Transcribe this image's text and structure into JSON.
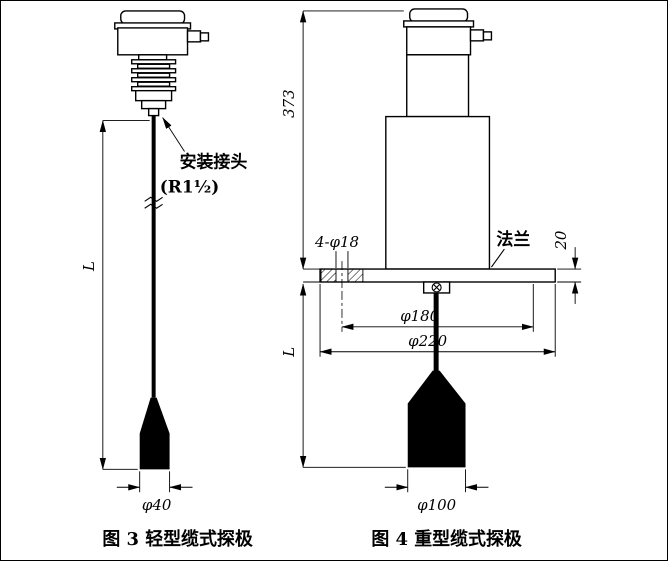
{
  "colors": {
    "line": "#000000",
    "background": "#ffffff",
    "weight_fill": "#000000"
  },
  "fig3": {
    "caption": "图 3 轻型缆式探极",
    "labels": {
      "mount_line1": "安装接头",
      "mount_line2": "(R1½)",
      "dim_length": "L",
      "weight_diameter": "φ40"
    }
  },
  "fig4": {
    "caption": "图 4 重型缆式探极",
    "labels": {
      "overall_height": "373",
      "bolt_holes": "4-φ18",
      "flange": "法兰",
      "flange_thickness": "20",
      "bolt_circle_diameter": "φ180",
      "flange_diameter": "φ220",
      "dim_length": "L",
      "weight_diameter": "φ100"
    }
  }
}
